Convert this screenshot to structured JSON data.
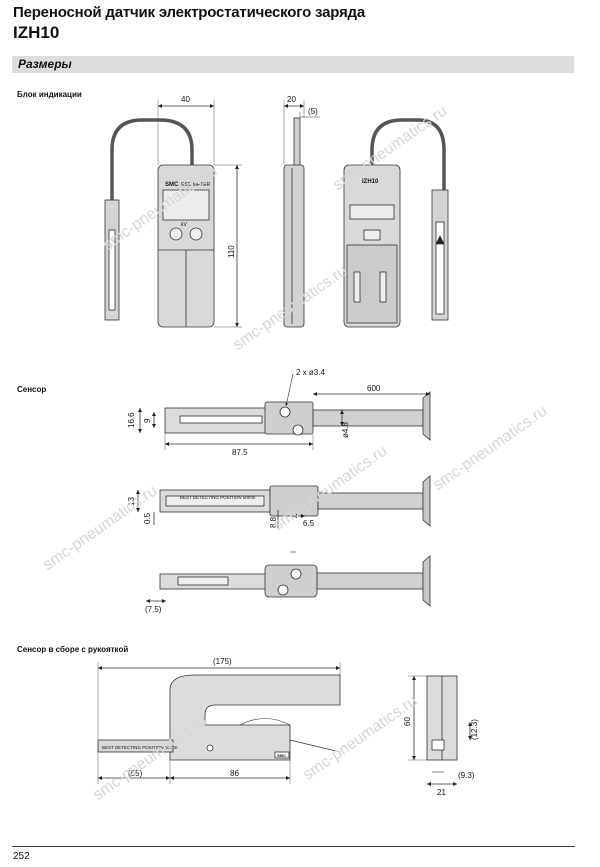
{
  "header": {
    "title_line1": "Переносной датчик электростатического заряда",
    "title_line2": "IZH10"
  },
  "section_bar": {
    "label": "Размеры"
  },
  "sections": {
    "display_unit": "Блок индикации",
    "sensor": "Сенсор",
    "sensor_with_handle": "Сенсор в сборе с рукояткой"
  },
  "display_unit": {
    "dim_width": "40",
    "dim_depth": "20",
    "dim_depth_small": "(5)",
    "dim_height": "110",
    "front_logo": "SMC",
    "front_label": "ESD METER",
    "front_unit": "kV",
    "back_model": "IZH10"
  },
  "sensor": {
    "dim_hole": "2 x ø3.4",
    "dim_cable": "600",
    "dim_height": "16.6",
    "dim_9": "9",
    "dim_dia": "ø4.8",
    "dim_length": "87.5",
    "side_label": "BEST DETECTING POSITION 50mm",
    "dim_13": "13",
    "dim_05": "0.5",
    "dim_88": "8.8",
    "dim_65": "6.5",
    "dim_75": "(7.5)"
  },
  "handle": {
    "dim_total": "(175)",
    "dim_55": "(55)",
    "dim_86": "86",
    "dim_60": "60",
    "dim_123": "(12.3)",
    "dim_93": "(9.3)",
    "dim_21": "21",
    "label": "BEST DETECTING POSITION 50mm",
    "logo": "SMC"
  },
  "page": {
    "number": "252"
  },
  "watermark": {
    "text": "smc-pneumatics.ru"
  }
}
